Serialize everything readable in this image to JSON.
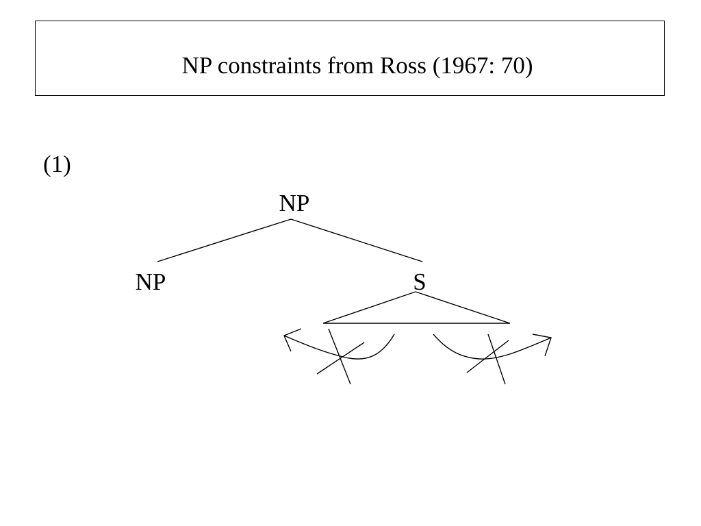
{
  "slide": {
    "title": "NP constraints from Ross (1967: 70)",
    "example_number": "(1)"
  },
  "tree": {
    "root_label": "NP",
    "left_child_label": "NP",
    "right_child_label": "S",
    "left_extraction_arrow": "blocked",
    "right_extraction_arrow": "blocked"
  }
}
